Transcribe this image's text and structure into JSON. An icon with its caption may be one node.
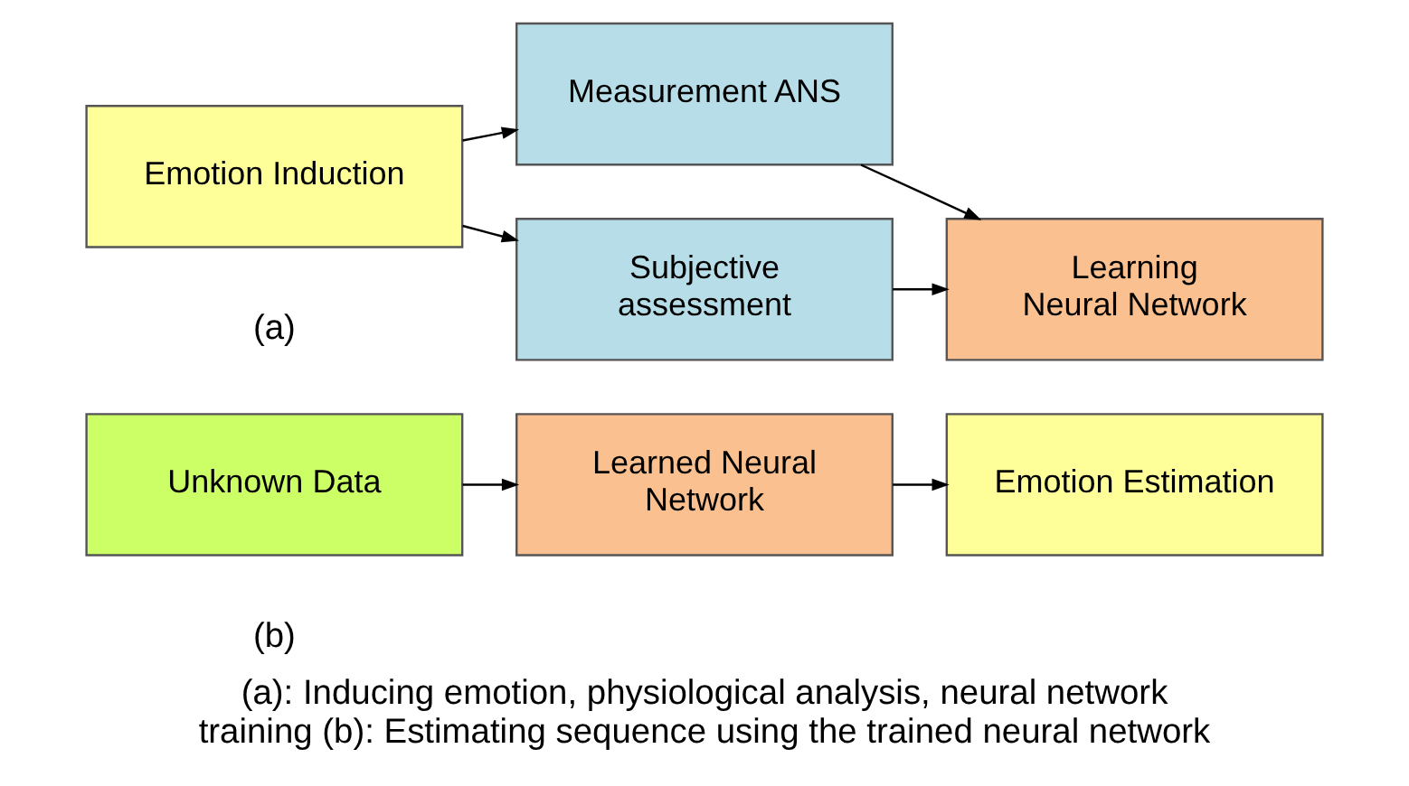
{
  "diagram": {
    "caption": "(a): Inducing emotion, physiological analysis, neural network training (b): Estimating sequence using the trained neural network",
    "nodes": [
      {
        "text": [
          "Emotion Induction"
        ]
      },
      {
        "text": [
          "Measurement ANS"
        ]
      },
      {
        "text": [
          "Learning Neural Network"
        ]
      },
      {
        "text": [
          "Subjective assessment"
        ]
      },
      {
        "text": [
          "Unknown Data"
        ]
      },
      {
        "text": [
          "Learned Neural Network"
        ]
      },
      {
        "text": [
          "Emotion Estimation"
        ]
      }
    ],
    "edges": [
      {
        "from": 0,
        "to": 1,
        "arrow": "to"
      },
      {
        "from": 0,
        "to": 3,
        "arrow": "to"
      },
      {
        "from": 1,
        "to": 2,
        "arrow": "to"
      },
      {
        "from": 3,
        "to": 2,
        "arrow": "to"
      },
      {
        "from": 4,
        "to": 5,
        "arrow": "to"
      },
      {
        "from": 5,
        "to": 6,
        "arrow": "to"
      }
    ],
    "labels": [
      "(a)",
      "(b)"
    ]
  }
}
